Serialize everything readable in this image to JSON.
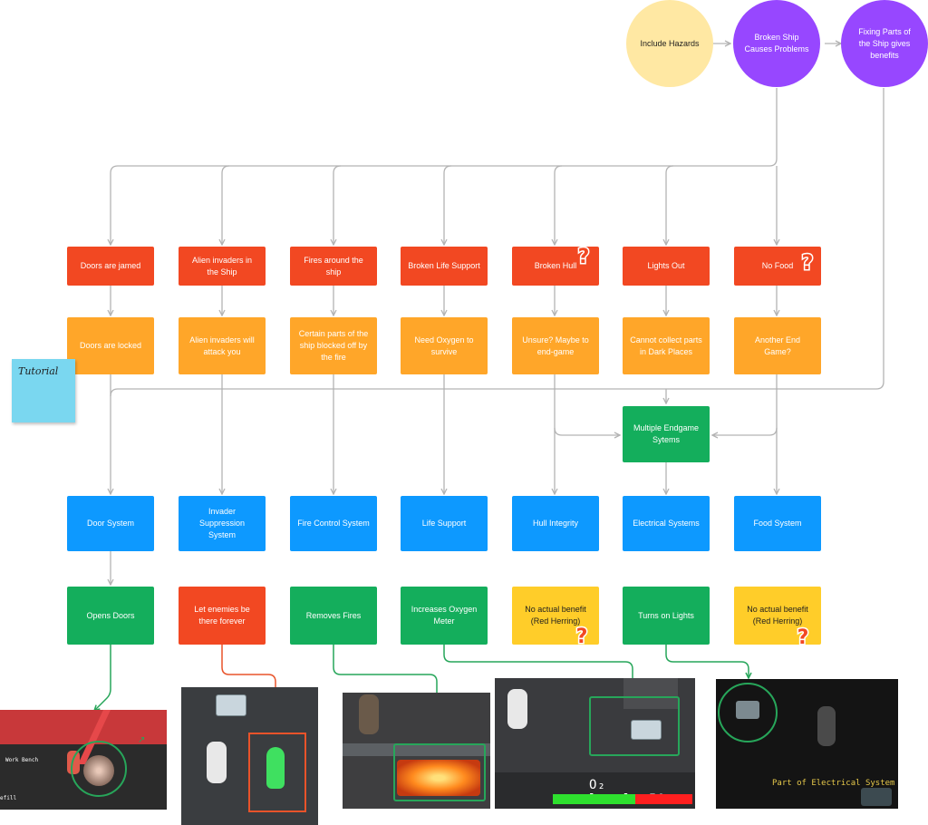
{
  "top": {
    "hazards": "Include Hazards",
    "broken_ship": "Broken Ship Causes Problems",
    "fixing_parts": "Fixing Parts of the Ship gives benefits"
  },
  "problems": [
    "Doors are jamed",
    "Alien invaders in the Ship",
    "Fires around the ship",
    "Broken Life Support",
    "Broken Hull",
    "Lights Out",
    "No Food"
  ],
  "effects": [
    "Doors are locked",
    "Alien invaders will attack you",
    "Certain parts of the ship blocked off by the fire",
    "Need Oxygen to survive",
    "Unsure? Maybe to end-game",
    "Cannot collect parts in Dark Places",
    "Another End Game?"
  ],
  "multiple_endgame": "Multiple Endgame Sytems",
  "sticky_note": "Tutorial",
  "systems": [
    "Door System",
    "Invader Suppression System",
    "Fire Control System",
    "Life Support",
    "Hull Integrity",
    "Electrical Systems",
    "Food System"
  ],
  "benefits": [
    "Opens Doors",
    "Let enemies be there forever",
    "Removes Fires",
    "Increases Oxygen Meter",
    "No actual benefit (Red Herring)",
    "Turns on Lights",
    "No actual benefit (Red Herring)"
  ],
  "screenshots": {
    "work_bench": "Work Bench",
    "refill": "efill",
    "o2_label": "O₂ level",
    "o2_value": "59%",
    "o2_level": 0.59,
    "electrical_caption": "Part of Electrical System"
  },
  "colors": {
    "problem": "#f24822",
    "effect": "#ffa629",
    "system": "#0d99ff",
    "benefit": "#14ae5c",
    "red_herring": "#ffcd29",
    "highlight": "#27a65a",
    "purple": "#9747ff",
    "hazard": "#ffe8a3"
  }
}
